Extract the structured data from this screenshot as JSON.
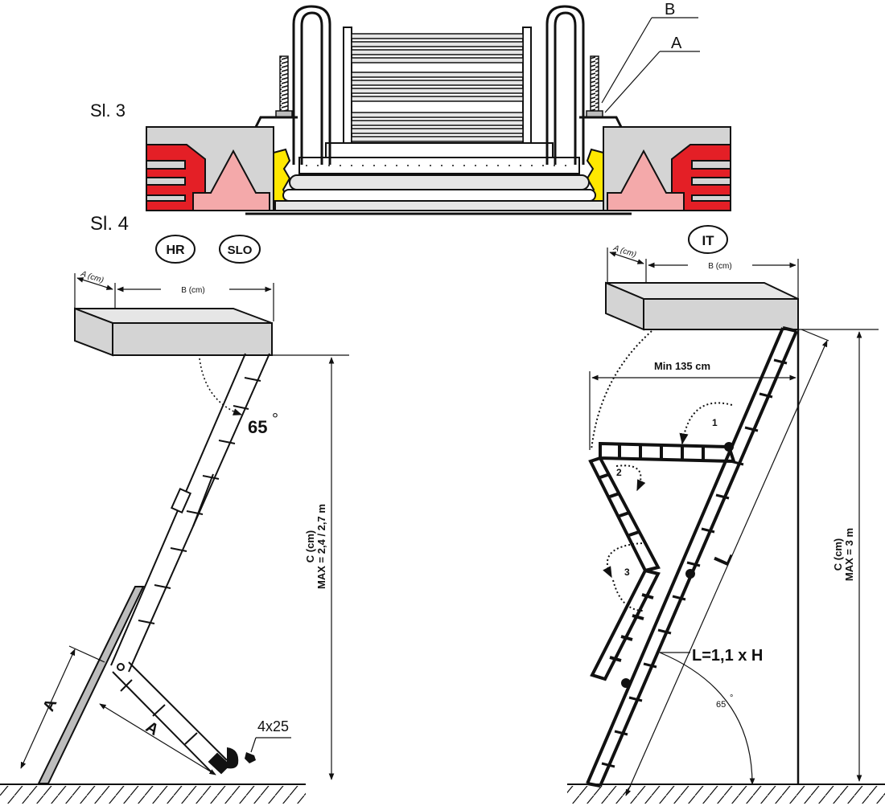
{
  "figure_3": {
    "label": "Sl. 3",
    "callout_b": "B",
    "callout_a": "A"
  },
  "figure_4": {
    "label": "Sl. 4",
    "left": {
      "badge_hr": "HR",
      "badge_slo": "SLO",
      "dim_a": "A (cm)",
      "dim_b": "B (cm)",
      "dim_c": "C (cm)",
      "dim_max": "MAX = 2,4 / 2,7 m",
      "angle": "65",
      "degree": "°",
      "seg_a_1": "A",
      "seg_a_2": "A",
      "screw": "4x25"
    },
    "right": {
      "badge_it": "IT",
      "dim_a": "A (cm)",
      "dim_b": "B (cm)",
      "min_width": "Min 135 cm",
      "dim_c": "C (cm)",
      "dim_max": "MAX = 3 m",
      "step_1": "1",
      "step_2": "2",
      "step_3": "3",
      "length_label": "L",
      "formula": "L=1,1 x H",
      "angle": "65",
      "degree": "°"
    }
  },
  "colors": {
    "stroke": "#111111",
    "panel_grey": "#d4d4d4",
    "seal_red": "#e41f26",
    "insulation_pink": "#f4a9aa",
    "seal_yellow": "#ffe800"
  }
}
